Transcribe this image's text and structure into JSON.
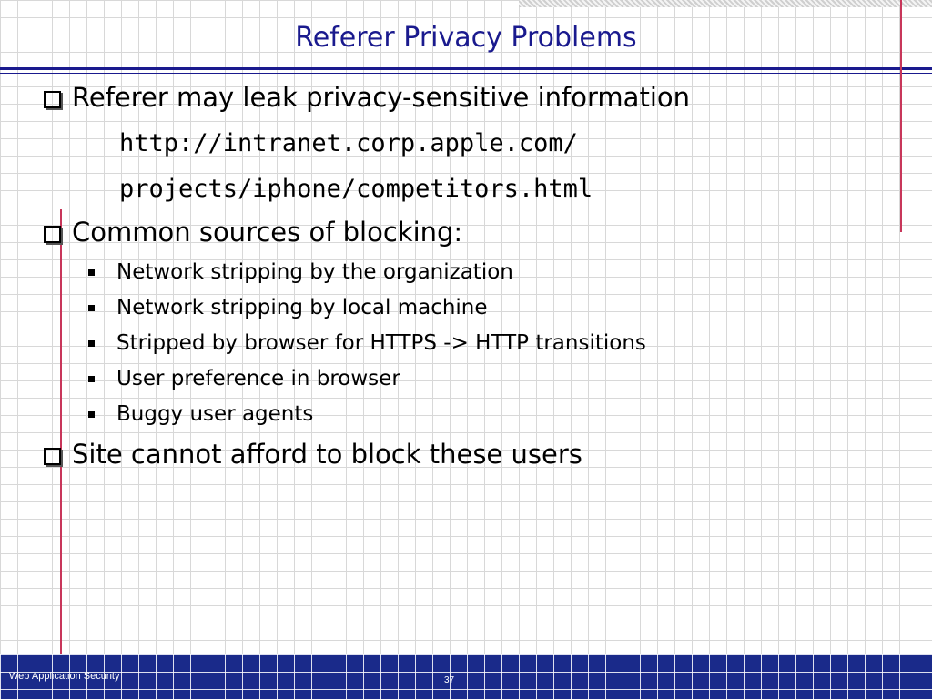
{
  "slide": {
    "title": "Referer Privacy Problems",
    "bullets": [
      {
        "text": "Referer may leak privacy-sensitive information"
      },
      {
        "text": "Common sources of blocking:"
      },
      {
        "text": "Site cannot afford to block these users"
      }
    ],
    "code_lines": [
      "http://intranet.corp.apple.com/",
      "projects/iphone/competitors.html"
    ],
    "sub_bullets": [
      "Network stripping by the organization",
      "Network stripping by local machine",
      "Stripped by browser for HTTPS -> HTTP transitions",
      "User preference in browser",
      "Buggy user agents"
    ]
  },
  "footer": {
    "course": "Web Application Security",
    "page_number": "37"
  }
}
